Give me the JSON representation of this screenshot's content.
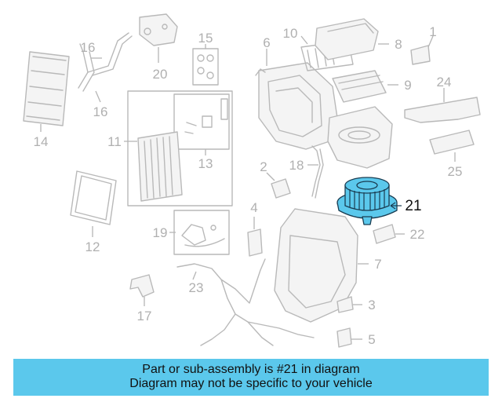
{
  "callouts": [
    "1",
    "2",
    "3",
    "4",
    "5",
    "6",
    "7",
    "8",
    "9",
    "10",
    "11",
    "12",
    "13",
    "14",
    "15",
    "16",
    "16",
    "17",
    "18",
    "19",
    "20",
    "21",
    "22",
    "23",
    "24",
    "25"
  ],
  "highlighted_part": "21",
  "highlight_color": "#5bc8ec",
  "info": {
    "line1": "Part or sub-assembly is #21 in diagram",
    "line2": "Diagram may not be specific to your vehicle"
  }
}
